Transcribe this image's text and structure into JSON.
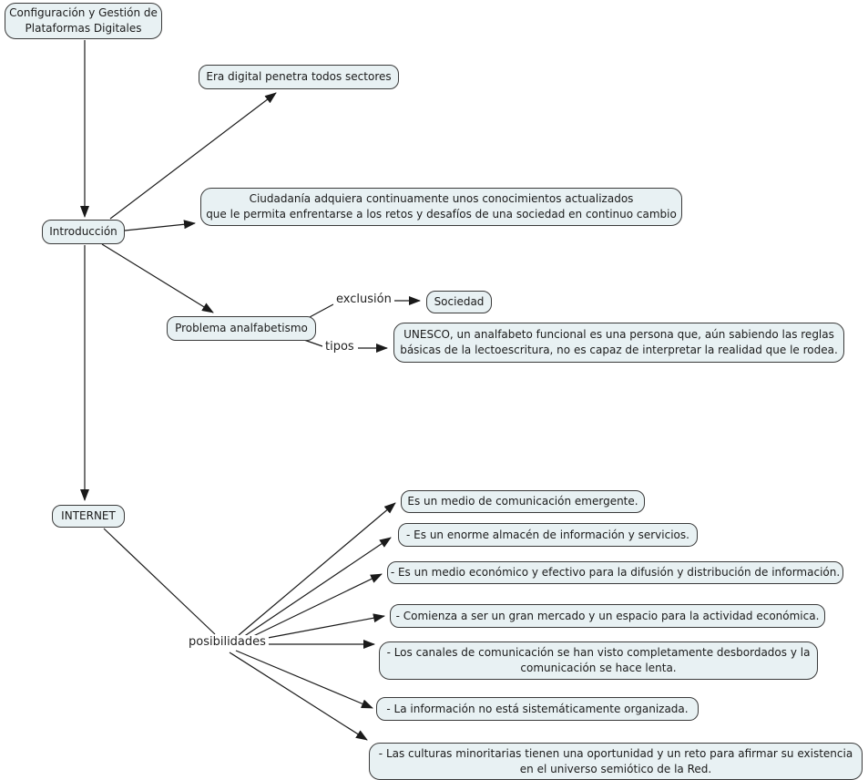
{
  "concept_map": {
    "nodes": {
      "config": {
        "text": "Configuración y Gestión de\nPlataformas Digitales"
      },
      "era": {
        "text": "Era digital penetra todos sectores"
      },
      "ciudadania": {
        "text": "Ciudadanía adquiera continuamente unos conocimientos actualizados\nque le permita enfrentarse a los retos y desafíos de una sociedad en continuo cambio"
      },
      "introduccion": {
        "text": "Introducción"
      },
      "problema": {
        "text": "Problema analfabetismo"
      },
      "sociedad": {
        "text": "Sociedad"
      },
      "unesco": {
        "text": "UNESCO, un analfabeto funcional es una persona que, aún sabiendo las reglas\nbásicas de la lectoescritura, no es capaz de interpretar la realidad que le rodea."
      },
      "internet": {
        "text": "INTERNET"
      }
    },
    "link_labels": {
      "exclusion": "exclusión",
      "tipos": "tipos",
      "posibilidades": "posibilidades"
    },
    "posibilidades_items": [
      "Es un medio de comunicación emergente.",
      "- Es un enorme almacén de información y servicios.",
      "- Es un medio económico y efectivo para la difusión y distribución de información.",
      "- Comienza a ser un gran mercado y un espacio para la actividad económica.",
      "- Los canales de comunicación se han visto completamente desbordados y la\ncomunicación se hace lenta.",
      "- La información no está sistemáticamente organizada.",
      "- Las culturas minoritarias tienen una oportunidad y un reto para afirmar su existencia\nen el universo semiótico de la Red."
    ]
  },
  "colors": {
    "node_fill": "#e8f1f3",
    "node_border": "#3a3a3a",
    "connector": "#1a1a1a",
    "background": "#ffffff",
    "text": "#1b1b1b"
  }
}
